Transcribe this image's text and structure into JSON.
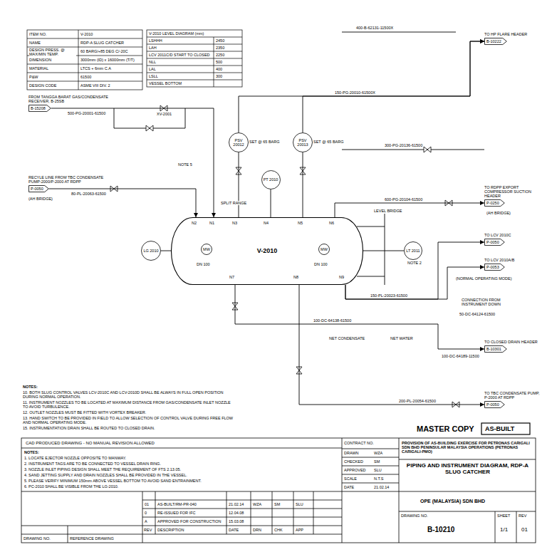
{
  "diagram": {
    "title": "PIPING AND INSTRUMENT DIAGRAM, RDP-A SLUG CATCHER",
    "nodes": [
      {
        "text": [
          "V-2010"
        ]
      },
      {
        "text": [
          "FROM TANGGA BARAT GAS/CONDENSATE RECEIVER, B-25SB",
          "B-15208"
        ]
      },
      {
        "text": [
          "RECYLE LINE FROM TBC CONDENSATE PUMP-2000/P-2000 AT RDPP",
          "P-0050"
        ]
      },
      {
        "text": [
          "TO HP FLARE HEADER",
          "B-10222"
        ]
      },
      {
        "text": [
          "TO RDPP EXPORT COMPRESSOR SUCTION HEADER",
          "P-0250"
        ]
      },
      {
        "text": [
          "TO LCV 2010C",
          "P-0050"
        ]
      },
      {
        "text": [
          "TO LCV 2010A/B",
          "P-0053"
        ]
      },
      {
        "text": [
          "TO CLOSED DRAIN HEADER",
          "B-10301"
        ]
      },
      {
        "text": [
          "TO TBC CONDENSATE PUMP, P-2000 AT RDPP",
          "P-0050"
        ]
      },
      {
        "text": [
          "PSV 20012"
        ]
      },
      {
        "text": [
          "PSV 20013"
        ]
      },
      {
        "text": [
          "PT 2010"
        ]
      },
      {
        "text": [
          "LT 2011"
        ]
      },
      {
        "text": [
          "LG 2010"
        ]
      },
      {
        "text": [
          "MW"
        ],
        "in": 0
      },
      {
        "text": [
          "MW"
        ],
        "in": 0
      }
    ],
    "edges": [
      {
        "from": 1,
        "to": 0,
        "arrow": "to",
        "label": "500-PG-20001-61500"
      },
      {
        "from": 2,
        "to": 0,
        "arrow": "to",
        "label": "80-PL-20063-61500"
      },
      {
        "from": 0,
        "to": 9,
        "arrow": "none"
      },
      {
        "from": 0,
        "to": 10,
        "arrow": "none"
      },
      {
        "from": 0,
        "to": 11,
        "arrow": "none"
      },
      {
        "from": 9,
        "to": 3,
        "arrow": "to",
        "label": "150-PG-20010-61500X"
      },
      {
        "from": 10,
        "to": 3,
        "arrow": "to"
      },
      {
        "from": 0,
        "to": 4,
        "arrow": "to",
        "label": "600-PG-20104-61500"
      },
      {
        "from": 0,
        "to": 5,
        "arrow": "to",
        "label": "150-PL-20023-61500"
      },
      {
        "from": 0,
        "to": 6,
        "arrow": "to"
      },
      {
        "from": 0,
        "to": 7,
        "arrow": "to",
        "label": "100-DC-64138-61500"
      },
      {
        "from": 0,
        "to": 8,
        "arrow": "to",
        "label": "200-PL-20054-61500"
      },
      {
        "from": 0,
        "to": 12,
        "arrow": "none"
      },
      {
        "from": 13,
        "to": 0,
        "arrow": "none"
      }
    ],
    "labels": [
      "ITEM NO.",
      "V-2010",
      "NAME",
      "RDP-A SLUG CATCHER",
      "DESIGN PRESS. @ MAX/MIN TEMP.",
      "60 BARG/+85 DEG C/-20C",
      "DIMENSION",
      "3000mm (ID) x 16000mm (T/T)",
      "MATERIAL",
      "LTCS + 6mm C.A",
      "P&W",
      "61500",
      "DESIGN CODE",
      "ASME VIII DIV. 2",
      "V-2010 LEVEL DIAGRAM (mm)",
      "LSHHH",
      "2450",
      "LAH",
      "2350",
      "LCV 2011C/D START TO CLOSED",
      "2250",
      "NLL",
      "500",
      "LAL",
      "400",
      "LSLL",
      "300",
      "VESSEL BOTTOM",
      "SET @ 65 BARG",
      "SET @ 65 BARG",
      "SPLIT RANGE",
      "LEVEL BRIDGE",
      "XV-2001",
      "CONNECTION FROM INSTRUMENT DOWN",
      "50-DC-64124-61500",
      "100-DC-64189-11500",
      "NET CONDENSATE",
      "NET WATER",
      "(NORMAL OPERATING MODE)",
      "(AH BRIDGE)",
      "(AH BRIDGE)",
      "N1",
      "N2",
      "N3",
      "N4",
      "N5",
      "N6",
      "N7",
      "N8",
      "N9",
      "DN 100",
      "DN 100",
      "300-PG-20136-61500",
      "400-B-62131-11500X",
      "NOTE 5",
      "NOTE 2",
      "NOTES:",
      "10. BOTH SLUG CONTROL VALVES LCV-2010C AND LCV-2010D SHALL BE ALWAYS IN FULL OPEN POSITION DURING NORMAL OPERATION.",
      "11. INSTRUMENT NOZZLES TO BE LOCATED AT MAXIMUM DISTANCE FROM GAS/CONDENSATE INLET NOZZLE TO AVOID TURBULENCE.",
      "12. OUTLET NOZZLES MUST BE FITTED WITH VORTEX BREAKER.",
      "13. HAND SWITCH TO BE PROVIDED IN FIELD TO ALLOW SELECTION OF CONTROL VALVE DURING FREE FLOW AND NORMAL OPERATING MODE.",
      "15. INSTRUMENTATION DRAIN SHALL BE ROUTED TO CLOSED DRAIN.",
      "CAD PRODUCED DRAWING - NO MANUAL REVISION ALLOWED",
      "NOTES:",
      "1. LOCATE EJECTOR NOZZLE OPPOSITE TO MANWAY.",
      "2. INSTRUMENT TAGS ARE TO BE CONNECTED TO VESSEL DRAIN RING.",
      "3. NOZZLE INLET PIPING DESIGN SHALL MEET THE REQUIREMENT OF FTS 2.13.05.",
      "4. SAND JETTING SUPPLY AND DRAIN NOZZLES SHALL BE PROVIDED IN THE VESSEL.",
      "5. PLEASE VERIFY MINIMUM 150mm ABOVE VESSEL BOTTOM TO AVOID SAND ENTRAINMENT.",
      "6. PC-2010 SHALL BE VISIBLE FROM THE LG-2010.",
      "01",
      "AS-BUILT/RM-PR-040",
      "21.02.14",
      "WZA",
      "SM",
      "SLU",
      "0",
      "RE-ISSUED FOR IFC",
      "12.04.08",
      "A",
      "APPROVED FOR CONSTRUCTION",
      "15.03.08",
      "REV",
      "DESCRIPTION",
      "DATE",
      "DRN",
      "CHK",
      "APP",
      "DRAWING NO.",
      "REFERENCE DRAWING",
      "MASTER COPY",
      "AS-BUILT",
      "CONTRACT NO.",
      "DRAWN",
      "WZA",
      "CHECKED",
      "SM",
      "APPROVED",
      "SLU",
      "SCALE",
      "N.T.S",
      "DATE",
      "21.02.14",
      "PROVISION OF AS-BUILDING EXERCISE FOR PETRONAS CARIGALI SDN BHD PENINSULAR MALAYSIA OPERATIONS (PETRONAS CARIGALI-PMO)",
      "OPE (MALAYSIA) SDN BHD",
      "DRAWING NO.",
      "B-10210",
      "SHEET",
      "1/1",
      "REV",
      "01"
    ]
  }
}
